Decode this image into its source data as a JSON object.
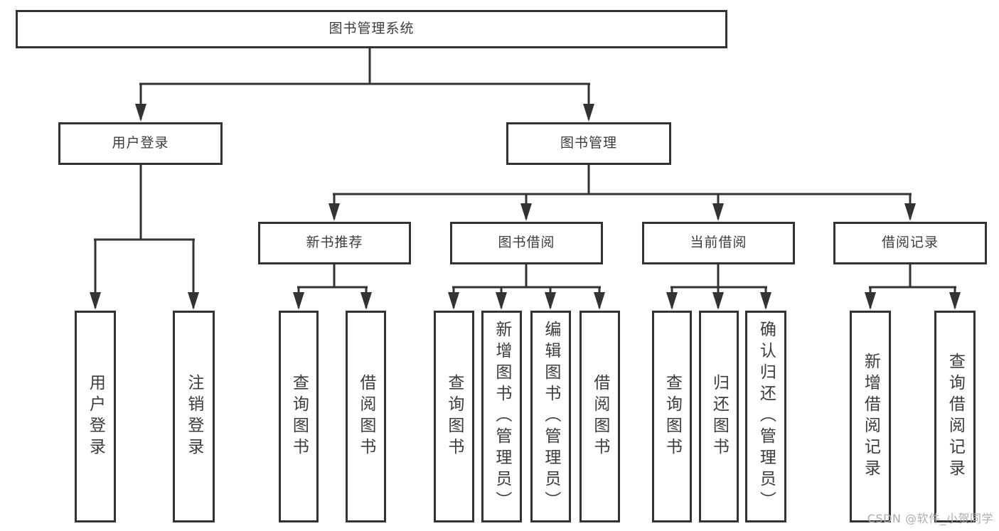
{
  "diagram": {
    "title": "图书管理系统",
    "colors": {
      "line": "#333333",
      "text": "#3c3c3c",
      "node_background": "#ffffff",
      "page_background": "#ffffff",
      "watermark": "#adadad"
    },
    "nodes": [
      {
        "id": "root",
        "label": "图书管理系统",
        "parent": null,
        "orientation": "horizontal"
      },
      {
        "id": "login",
        "label": "用户登录",
        "parent": "root",
        "orientation": "horizontal"
      },
      {
        "id": "mgmt",
        "label": "图书管理",
        "parent": "root",
        "orientation": "horizontal"
      },
      {
        "id": "newbook",
        "label": "新书推荐",
        "parent": "mgmt",
        "orientation": "horizontal"
      },
      {
        "id": "borrow",
        "label": "图书借阅",
        "parent": "mgmt",
        "orientation": "horizontal"
      },
      {
        "id": "current",
        "label": "当前借阅",
        "parent": "mgmt",
        "orientation": "horizontal"
      },
      {
        "id": "records",
        "label": "借阅记录",
        "parent": "mgmt",
        "orientation": "horizontal"
      },
      {
        "id": "login-1",
        "label": "用户登录",
        "parent": "login",
        "orientation": "vertical"
      },
      {
        "id": "login-2",
        "label": "注销登录",
        "parent": "login",
        "orientation": "vertical"
      },
      {
        "id": "newbook-1",
        "label": "查询图书",
        "parent": "newbook",
        "orientation": "vertical"
      },
      {
        "id": "newbook-2",
        "label": "借阅图书",
        "parent": "newbook",
        "orientation": "vertical"
      },
      {
        "id": "borrow-1",
        "label": "查询图书",
        "parent": "borrow",
        "orientation": "vertical"
      },
      {
        "id": "borrow-2",
        "label": "新增图书（管理员）",
        "parent": "borrow",
        "orientation": "vertical"
      },
      {
        "id": "borrow-3",
        "label": "编辑图书（管理员）",
        "parent": "borrow",
        "orientation": "vertical"
      },
      {
        "id": "borrow-4",
        "label": "借阅图书",
        "parent": "borrow",
        "orientation": "vertical"
      },
      {
        "id": "current-1",
        "label": "查询图书",
        "parent": "current",
        "orientation": "vertical"
      },
      {
        "id": "current-2",
        "label": "归还图书",
        "parent": "current",
        "orientation": "vertical"
      },
      {
        "id": "current-3",
        "label": "确认归还（管理员）",
        "parent": "current",
        "orientation": "vertical"
      },
      {
        "id": "records-1",
        "label": "新增借阅记录",
        "parent": "records",
        "orientation": "vertical"
      },
      {
        "id": "records-2",
        "label": "查询借阅记录",
        "parent": "records",
        "orientation": "vertical"
      }
    ]
  },
  "watermark": {
    "text": "CSDN @软件_小贺同学"
  }
}
